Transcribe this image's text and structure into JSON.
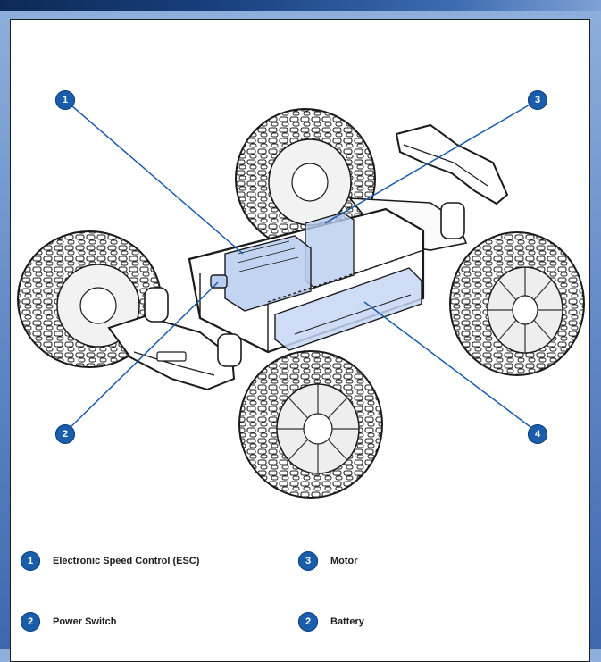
{
  "callouts": [
    {
      "number": "1"
    },
    {
      "number": "3"
    },
    {
      "number": "2"
    },
    {
      "number": "4"
    }
  ],
  "legend": [
    {
      "number": "1",
      "label": "Electronic Speed Control (ESC)"
    },
    {
      "number": "3",
      "label": "Motor"
    },
    {
      "number": "2",
      "label": "Power Switch"
    },
    {
      "number": "2",
      "label": "Battery"
    }
  ],
  "colors": {
    "badge": "#1a5dab",
    "leader_line": "#1a5dab",
    "highlight": "#b9cdf0",
    "outline": "#1a1a1a",
    "page_background": "#6f94cc"
  }
}
